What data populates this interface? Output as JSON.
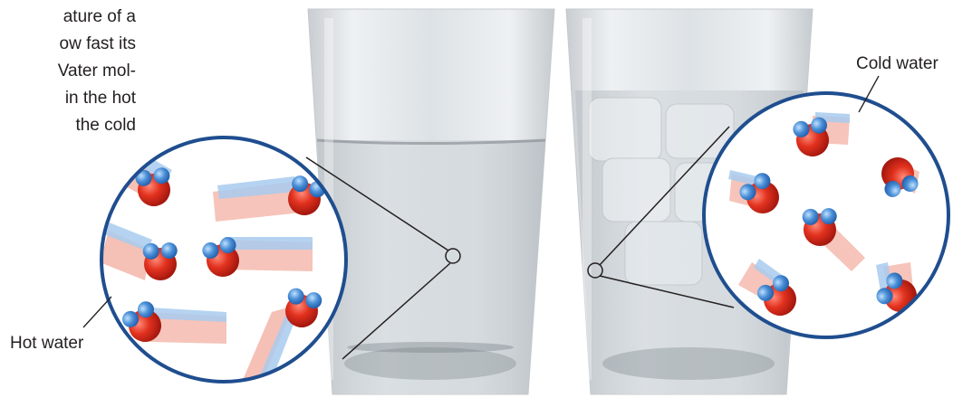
{
  "caption": {
    "lines": [
      "ature of a",
      "ow fast its",
      "Vater mol-",
      "in the hot",
      "the cold"
    ]
  },
  "labels": {
    "hot": "Hot water",
    "cold": "Cold water"
  },
  "colors": {
    "circle_outline": "#1f4e8f",
    "oxygen_atom": "#d9251c",
    "hydrogen_atom": "#4a8fd6",
    "hot_trail": "#f08a7a",
    "cold_trail": "#9cc3ec",
    "glass_water": "#cfd5da"
  },
  "icons": {
    "molecule": "water-molecule-icon",
    "glass": "drinking-glass-icon"
  }
}
